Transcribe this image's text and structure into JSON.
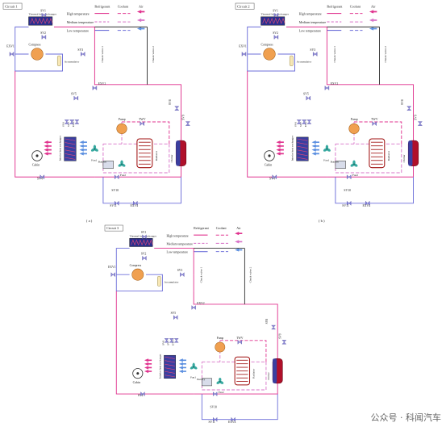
{
  "legend": {
    "refrigerant": "Refrigerant",
    "coolant": "Coolant",
    "air": "Air",
    "high": "High temperature",
    "medium": "Medium temperature",
    "low": "Low temperature"
  },
  "labels": {
    "exchanger": "Thermal heat exchanger",
    "compressor": "Compress",
    "accumulator": "Accumulator",
    "check1": "Check valve 1",
    "check2": "Check valve 2",
    "cabin": "Cabin",
    "ihx": "Interior heat exchanger",
    "fan1": "Fan1",
    "fan2": "Fan2",
    "battery": "Battery",
    "radiator": "Radiator",
    "chiller": "Chiller",
    "pump": "Pump",
    "twv": "TWV",
    "exv1": "EXV1",
    "exv2": "EXV2",
    "exv3": "EXV3",
    "sv1": "SV1",
    "sv2": "SV2",
    "sv3": "SV3",
    "sv4": "SV4",
    "sv5": "SV5",
    "sv6": "SV6",
    "sv7": "SV7",
    "sv8": "SV8",
    "sv9": "SV9",
    "sv10": "SV10",
    "sv11": "SV11",
    "exv4": "EXV4"
  },
  "circuits": [
    {
      "title": "Circuit 1",
      "caption": "( a )"
    },
    {
      "title": "Circuit 2",
      "caption": "( b )"
    },
    {
      "title": "Circuit 3",
      "caption": "( c )"
    }
  ],
  "watermark": "公众号 · 科闻汽车",
  "colors": {
    "high": "#e0338f",
    "medium": "#d873c8",
    "low": "#6d6fd9",
    "line": "#333333"
  }
}
